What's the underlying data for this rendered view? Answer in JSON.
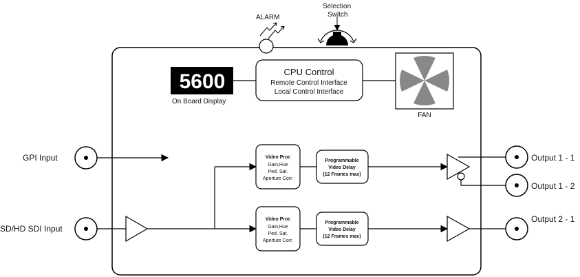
{
  "alarm": {
    "label": "ALARM"
  },
  "selection_switch": {
    "line1": "Selection",
    "line2": "Switch"
  },
  "display": {
    "value": "5600",
    "label": "On Board Display"
  },
  "cpu": {
    "title": "CPU Control",
    "line1": "Remote Control Interface",
    "line2": "Local Control Interface"
  },
  "fan": {
    "label": "FAN"
  },
  "inputs": {
    "gpi": "GPI Input",
    "sdi": "SD/HD SDI Input"
  },
  "video_proc": {
    "title": "Video Proc",
    "lines": [
      "Gain,Hue",
      "Ped. Sat.",
      "Aperture Corr."
    ]
  },
  "delay": {
    "lines": [
      "Programmable",
      "Video Delay",
      "(12 Frames max)"
    ]
  },
  "outputs": {
    "o11": "Output 1 - 1",
    "o12": "Output 1 - 2",
    "o21": "Output 2 - 1"
  }
}
